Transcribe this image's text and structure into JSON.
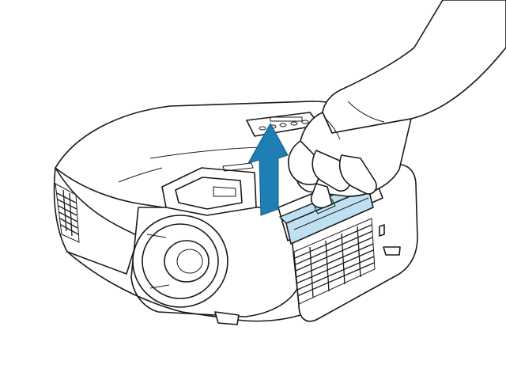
{
  "illustration": {
    "subject": "projector-air-filter-removal",
    "colors": {
      "line": "#1a1a1a",
      "background": "#ffffff",
      "arrow": "#1f7fb5",
      "filter_highlight": "#bfe0f2"
    },
    "icons": [
      "projector-body",
      "lens",
      "control-panel",
      "air-filter",
      "hand",
      "up-arrow"
    ]
  }
}
